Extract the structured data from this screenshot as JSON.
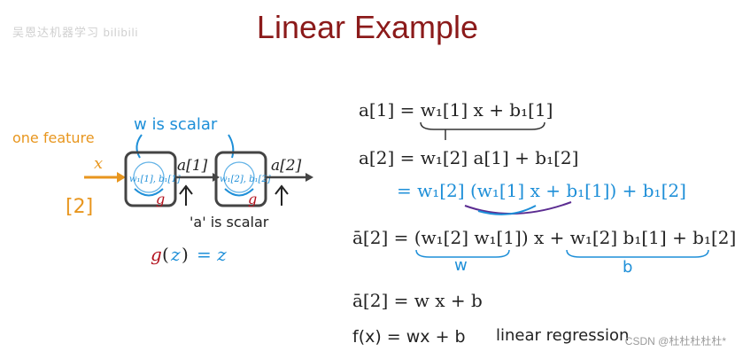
{
  "slide": {
    "title": "Linear Example",
    "watermark_top": "吴恩达机器学习 bilibili",
    "watermark_bottom": "CSDN @杜杜杜杜杜*"
  },
  "diagram": {
    "one_feature": "one feature",
    "w_is_scalar": "w is scalar",
    "a_is_scalar": "'a' is scalar",
    "input_x": "x",
    "input_dim": "[2]",
    "neuron1_params": "w₁[1], b₁[1]",
    "neuron2_params": "w₁[2], b₁[2]",
    "g": "g",
    "a1": "a[1]",
    "a2": "a[2]",
    "gz_g": "g",
    "gz_z": "z",
    "gz_rest": "= z"
  },
  "equations": {
    "line1": "a[1] = w₁[1] x + b₁[1]",
    "line2": "a[2] = w₁[2] a[1] + b₁[2]",
    "line3": "= w₁[2] (w₁[1] x + b₁[1]) + b₁[2]",
    "line4": "ā[2] = (w₁[2] w₁[1]) x + w₁[2] b₁[1] + b₁[2]",
    "w_label": "w",
    "b_label": "b",
    "line5": "ā[2] = w x + b",
    "line6_f": "f(x) = wx + b",
    "line6_lr": "linear regression"
  },
  "colors": {
    "title": "#8b1a1a",
    "orange": "#e8961e",
    "blue": "#1e8fd8",
    "purple": "#5b2c91",
    "red": "#b3121d",
    "dark": "#222222"
  }
}
